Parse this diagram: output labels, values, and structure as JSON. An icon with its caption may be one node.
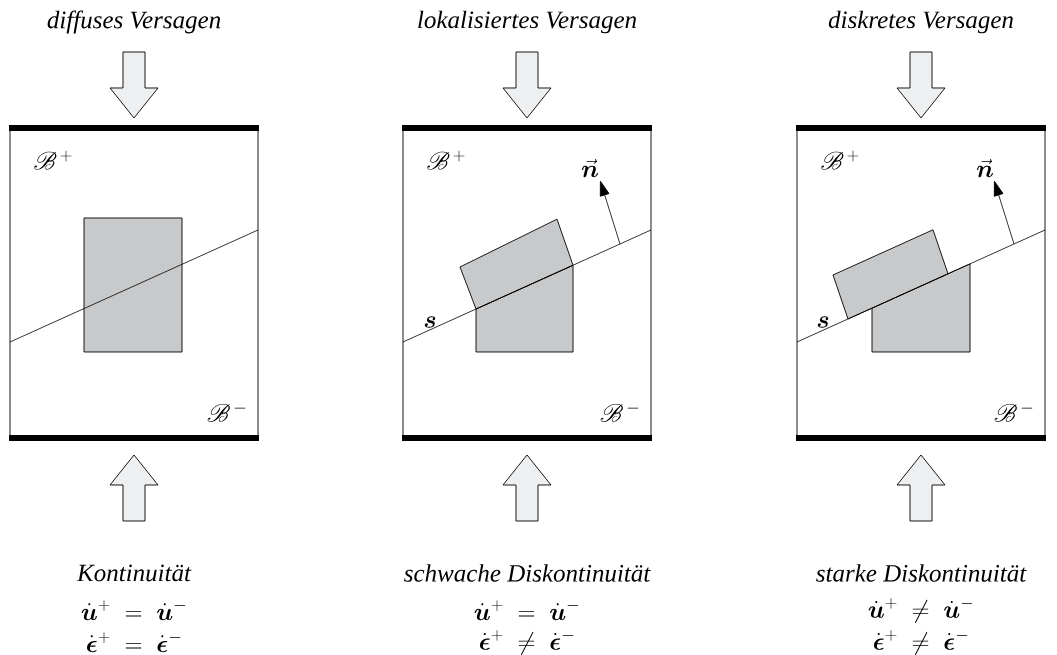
{
  "diagram": {
    "nodes": [
      {
        "text": [
          "diffuses Versagen"
        ],
        "beside": [
          "Kontinuität",
          "\\dot{\\boldsymbol{u}}^{+} \\;=\\; \\dot{\\boldsymbol{u}}^{-}",
          "\\dot{\\boldsymbol{\\epsilon}}^{+} \\;=\\; \\dot{\\boldsymbol{\\epsilon}}^{-}"
        ]
      },
      {
        "text": [
          "lokalisiertes Versagen"
        ],
        "beside": [
          "schwache Diskontinuität",
          "\\dot{\\boldsymbol{u}}^{+} \\;=\\; \\dot{\\boldsymbol{u}}^{-}",
          "\\dot{\\boldsymbol{\\epsilon}}^{+} \\;\\neq\\; \\dot{\\boldsymbol{\\epsilon}}^{-}"
        ]
      },
      {
        "text": [
          "diskretes Versagen"
        ],
        "beside": [
          "starke Diskontinuität",
          "\\dot{\\boldsymbol{u}}^{+} \\;\\neq\\; \\dot{\\boldsymbol{u}}^{-}",
          "\\dot{\\boldsymbol{\\epsilon}}^{+} \\;\\neq\\; \\dot{\\boldsymbol{\\epsilon}}^{-}"
        ]
      }
    ],
    "labels": [
      "\\mathscr{B}^{\\,+}",
      "\\mathscr{B}^{\\,+}",
      "\\vec{\\boldsymbol{n}}",
      "\\mathscr{B}^{\\,+}",
      "\\vec{\\boldsymbol{n}}",
      "\\boldsymbol{s}",
      "\\boldsymbol{s}",
      "\\mathscr{B}^{\\,-}",
      "\\mathscr{B}^{\\,-}",
      "\\mathscr{B}^{\\,-}"
    ]
  }
}
